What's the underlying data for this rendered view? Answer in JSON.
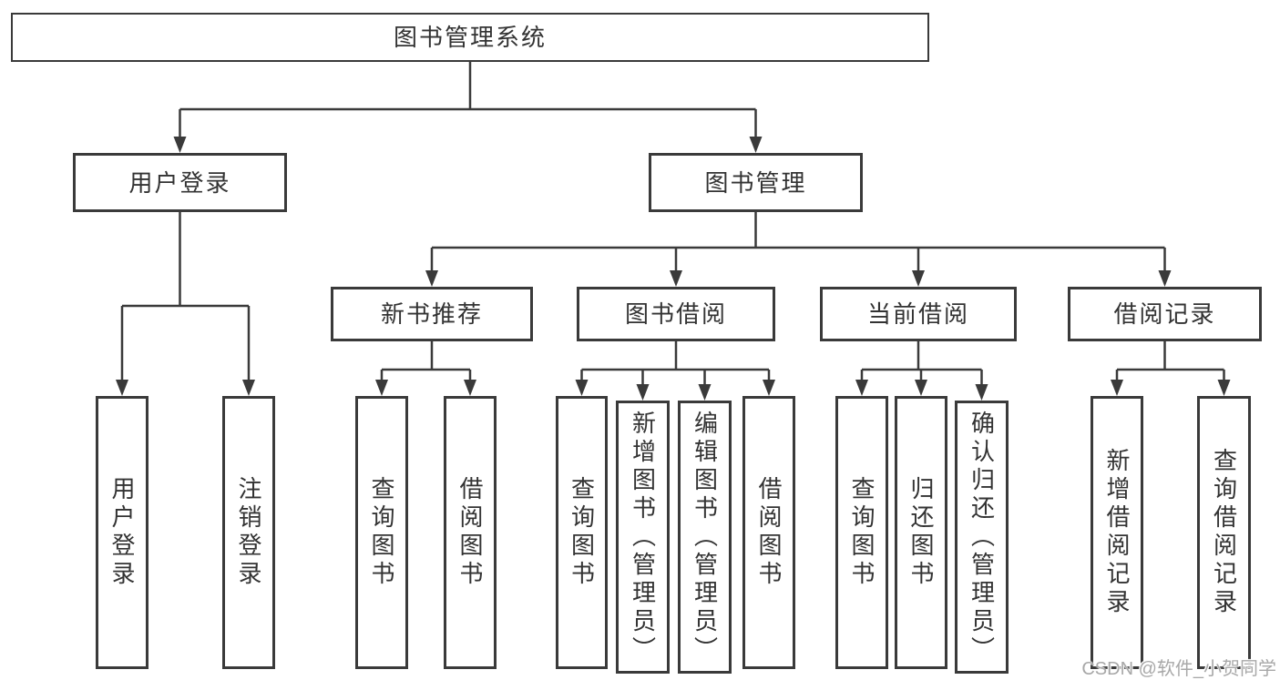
{
  "diagram": {
    "type": "hierarchy-tree",
    "root": {
      "label": "图书管理系统",
      "children": [
        {
          "label": "用户登录",
          "children": [
            {
              "label": "用户登录"
            },
            {
              "label": "注销登录"
            }
          ]
        },
        {
          "label": "图书管理",
          "children": [
            {
              "label": "新书推荐",
              "children": [
                {
                  "label": "查询图书"
                },
                {
                  "label": "借阅图书"
                }
              ]
            },
            {
              "label": "图书借阅",
              "children": [
                {
                  "label": "查询图书"
                },
                {
                  "label": "新增图书（管理员）"
                },
                {
                  "label": "编辑图书（管理员）"
                },
                {
                  "label": "借阅图书"
                }
              ]
            },
            {
              "label": "当前借阅",
              "children": [
                {
                  "label": "查询图书"
                },
                {
                  "label": "归还图书"
                },
                {
                  "label": "确认归还（管理员）"
                }
              ]
            },
            {
              "label": "借阅记录",
              "children": [
                {
                  "label": "新增借阅记录"
                },
                {
                  "label": "查询借阅记录"
                }
              ]
            }
          ]
        }
      ]
    }
  },
  "watermark": {
    "text": "CSDN @软件_小贺同学",
    "color": "#a8a8a8"
  },
  "style_colors": {
    "line": "#3a3a3a",
    "text": "#333333",
    "box_fill": "#ffffff",
    "background": "#ffffff"
  }
}
